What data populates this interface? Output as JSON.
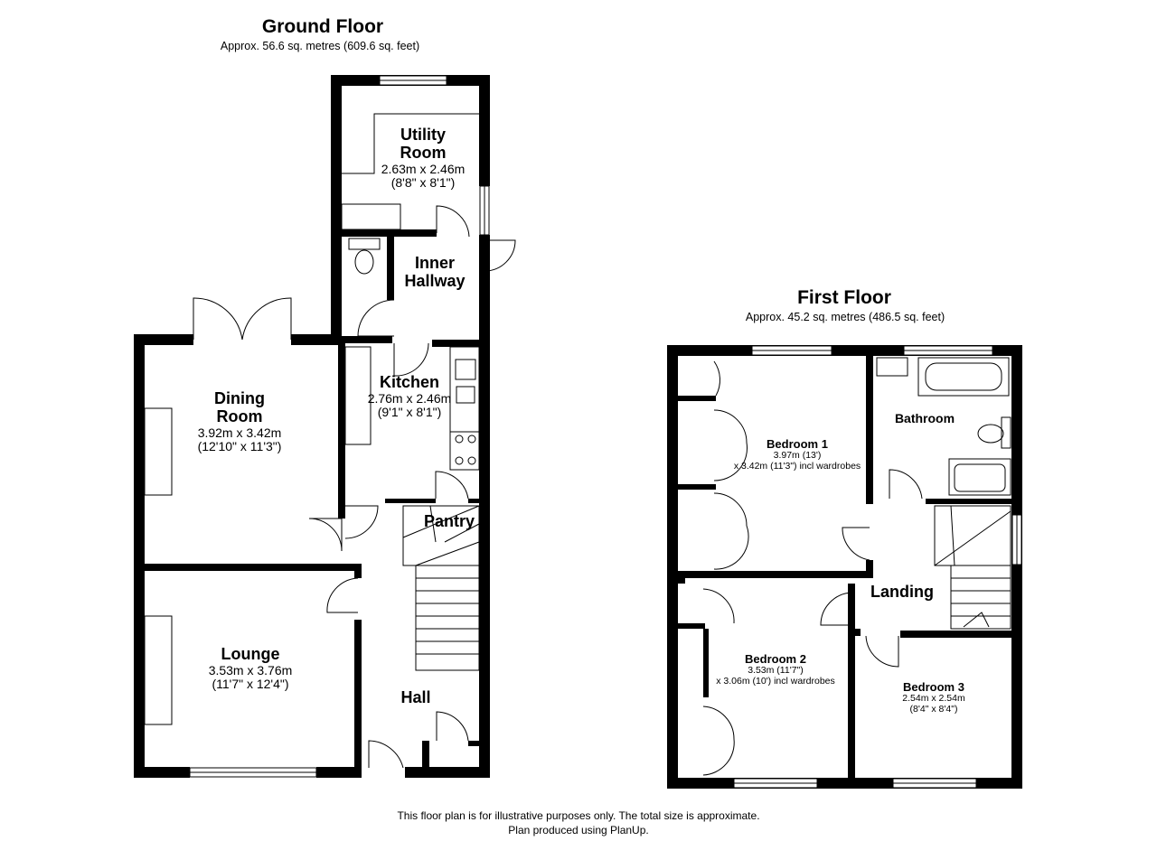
{
  "ground_floor": {
    "title": "Ground Floor",
    "area": "Approx. 56.6 sq. metres (609.6 sq. feet)",
    "rooms": {
      "utility": {
        "name_1": "Utility",
        "name_2": "Room",
        "dims_1": "2.63m x 2.46m",
        "dims_2": "(8'8\" x 8'1\")"
      },
      "inner_hallway": {
        "name_1": "Inner",
        "name_2": "Hallway"
      },
      "kitchen": {
        "name": "Kitchen",
        "dims_1": "2.76m x 2.46m",
        "dims_2": "(9'1\" x 8'1\")"
      },
      "dining": {
        "name_1": "Dining",
        "name_2": "Room",
        "dims_1": "3.92m x 3.42m",
        "dims_2": "(12'10\" x 11'3\")"
      },
      "pantry": {
        "name": "Pantry"
      },
      "lounge": {
        "name": "Lounge",
        "dims_1": "3.53m x 3.76m",
        "dims_2": "(11'7\" x 12'4\")"
      },
      "hall": {
        "name": "Hall"
      }
    }
  },
  "first_floor": {
    "title": "First Floor",
    "area": "Approx. 45.2 sq. metres (486.5 sq. feet)",
    "rooms": {
      "bedroom1": {
        "name": "Bedroom 1",
        "dims_1": "3.97m (13')",
        "dims_2": "x 3.42m (11'3\") incl wardrobes"
      },
      "bathroom": {
        "name": "Bathroom"
      },
      "landing": {
        "name": "Landing"
      },
      "bedroom2": {
        "name": "Bedroom 2",
        "dims_1": "3.53m (11'7\")",
        "dims_2": "x 3.06m (10') incl wardrobes"
      },
      "bedroom3": {
        "name": "Bedroom 3",
        "dims_1": "2.54m x 2.54m",
        "dims_2": "(8'4\" x 8'4\")"
      }
    }
  },
  "footer": {
    "line_1": "This floor plan is for illustrative purposes only. The total size is approximate.",
    "line_2": "Plan produced using PlanUp."
  }
}
